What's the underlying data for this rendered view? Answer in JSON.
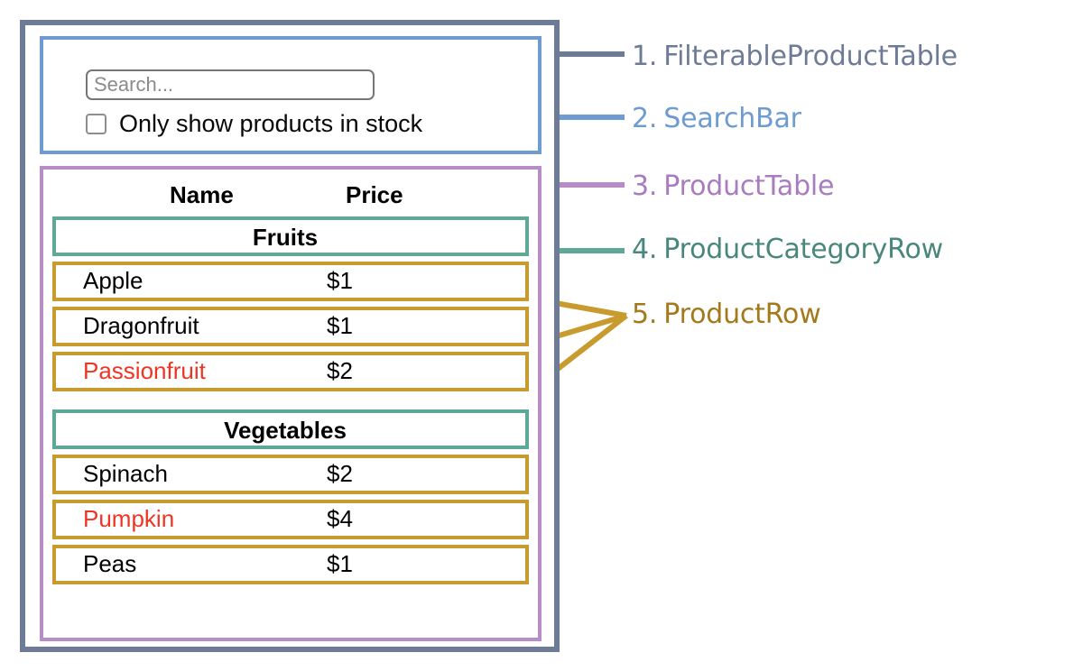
{
  "diagram": {
    "title": "React component hierarchy diagram for a filterable product table",
    "colors": {
      "filterable_product_table": "#6e7b96",
      "search_bar": "#6e9bd1",
      "product_table": "#b78dc8",
      "product_category_row": "#5fa898",
      "product_row": "#c89b2e",
      "out_of_stock_text": "#ee3524",
      "in_stock_text": "#000000"
    }
  },
  "search_bar": {
    "input_value": "",
    "input_placeholder": "Search...",
    "checkbox_label": "Only show products in stock",
    "checkbox_checked": false
  },
  "product_table": {
    "columns": [
      "Name",
      "Price"
    ],
    "header_name": "Name",
    "header_price": "Price",
    "groups": [
      {
        "category": "Fruits",
        "rows": [
          {
            "name": "Apple",
            "price": "$1",
            "stocked": true
          },
          {
            "name": "Dragonfruit",
            "price": "$1",
            "stocked": true
          },
          {
            "name": "Passionfruit",
            "price": "$2",
            "stocked": false
          }
        ]
      },
      {
        "category": "Vegetables",
        "rows": [
          {
            "name": "Spinach",
            "price": "$2",
            "stocked": true
          },
          {
            "name": "Pumpkin",
            "price": "$4",
            "stocked": false
          },
          {
            "name": "Peas",
            "price": "$1",
            "stocked": true
          }
        ]
      }
    ]
  },
  "legend": [
    {
      "number": "1.",
      "label": "FilterableProductTable",
      "color": "#6e7b96"
    },
    {
      "number": "2.",
      "label": "SearchBar",
      "color": "#6e9bd1"
    },
    {
      "number": "3.",
      "label": "ProductTable",
      "color": "#a87cbe"
    },
    {
      "number": "4.",
      "label": "ProductCategoryRow",
      "color": "#49877c"
    },
    {
      "number": "5.",
      "label": "ProductRow",
      "color": "#a3791c"
    }
  ]
}
